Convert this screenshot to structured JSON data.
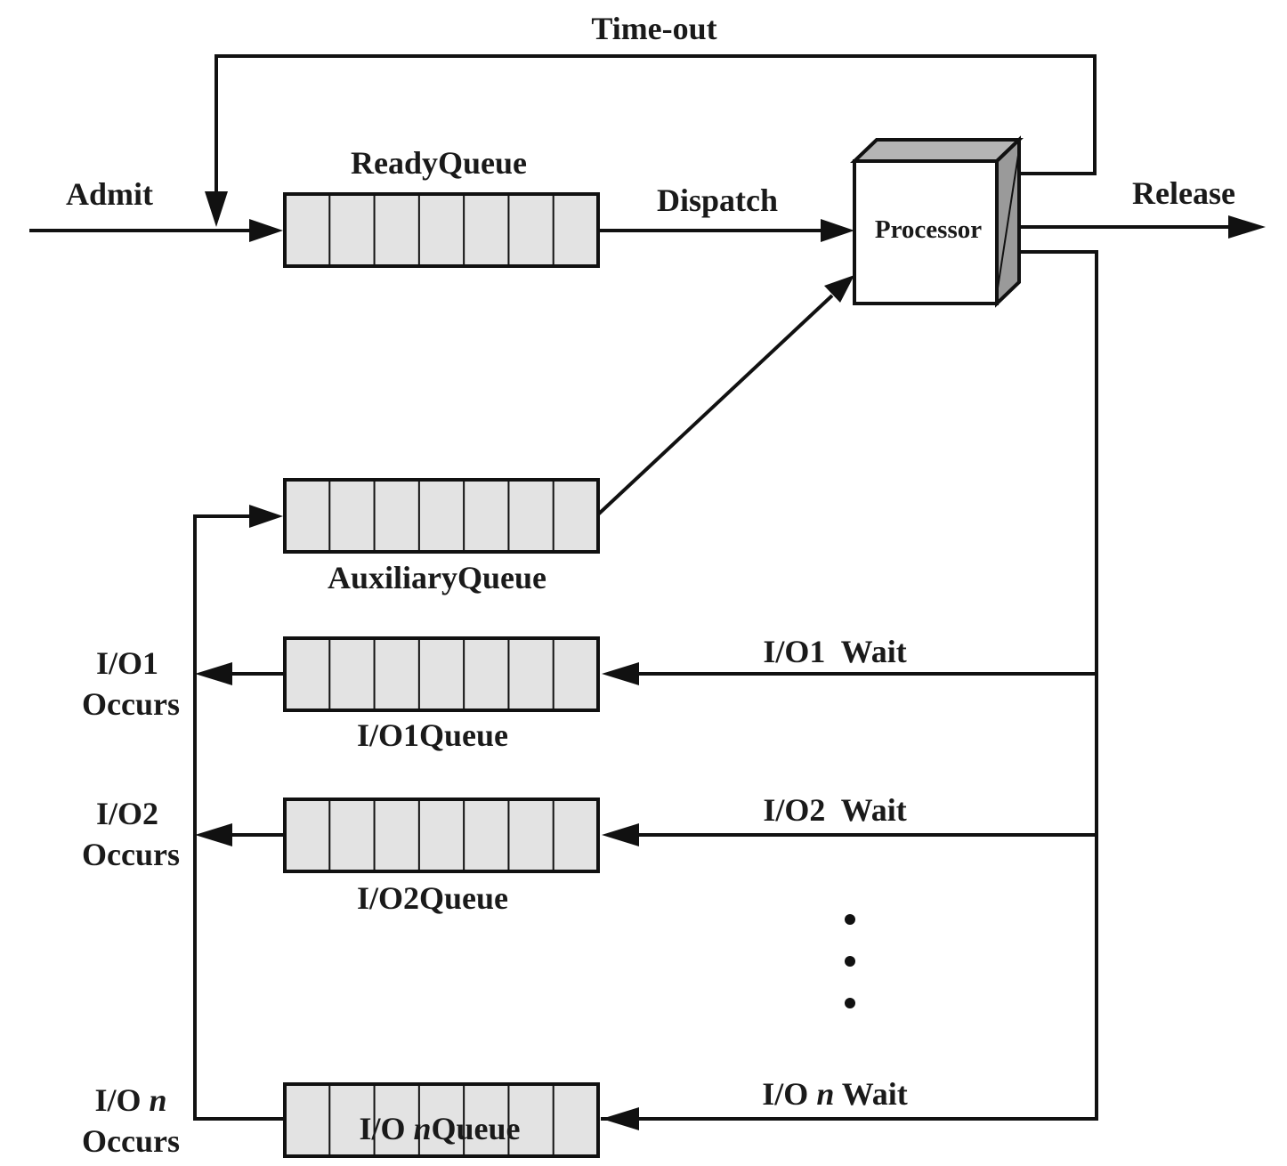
{
  "labels": {
    "timeout": "Time-out",
    "admit": "Admit",
    "ready_queue": "ReadyQueue",
    "dispatch": "Dispatch",
    "processor": "Processor",
    "release": "Release",
    "auxiliary_queue": "AuxiliaryQueue",
    "io1_wait": "I/O1  Wait",
    "io1_occurs_line1": "I/O1",
    "io1_occurs_line2": "Occurs",
    "io1_queue": "I/O1Queue",
    "io2_wait": "I/O2  Wait",
    "io2_occurs_line1": "I/O2",
    "io2_occurs_line2": "Occurs",
    "io2_queue": "I/O2Queue",
    "ion_wait_prefix": "I/O ",
    "ion_wait_var": "n",
    "ion_wait_suffix": " Wait",
    "ion_occurs_prefix": "I/O ",
    "ion_occurs_var": "n",
    "ion_occurs_line2": "Occurs",
    "ion_queue_prefix": "I/O ",
    "ion_queue_var": "n",
    "ion_queue_suffix": "Queue"
  },
  "queue_cells": 7,
  "colors": {
    "queue_fill": "#e3e3e3",
    "processor_front": "#ffffff",
    "processor_side": "#9a9a9a",
    "line": "#111111"
  }
}
